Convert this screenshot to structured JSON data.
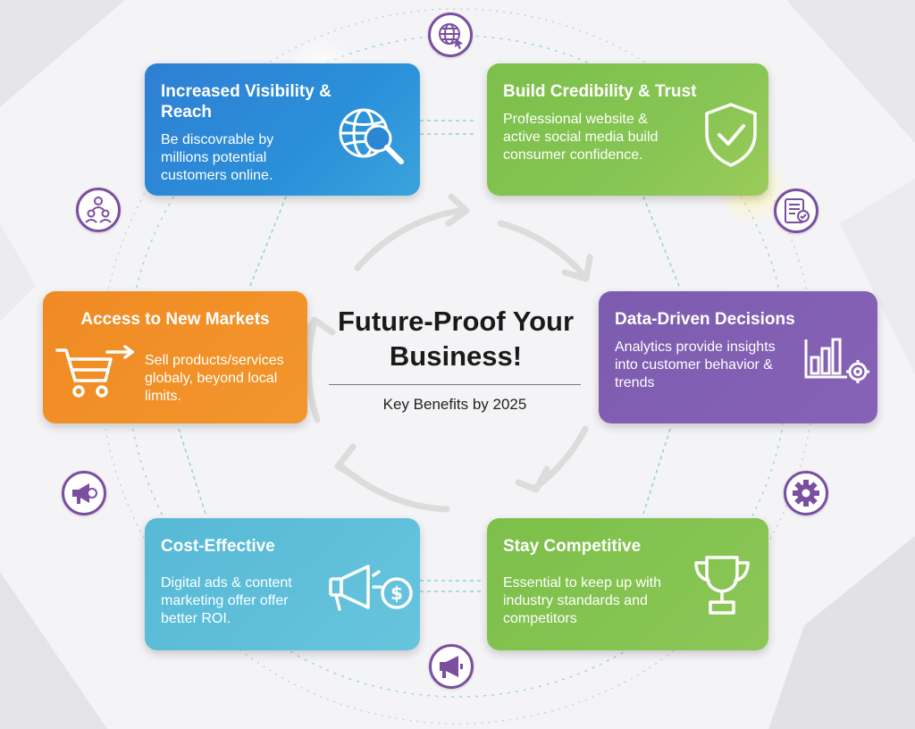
{
  "center": {
    "title": "Future-Proof Your Business!",
    "subtitle": "Key Benefits by 2025"
  },
  "cards": {
    "visibility": {
      "title": "Increased Visibility & Reach",
      "body": "Be discovrable by millions potential customers online.",
      "icon": "globe-search-icon",
      "color": "#2f8bd6"
    },
    "credibility": {
      "title": "Build Credibility & Trust",
      "body": "Professional website & active social media build consumer confidence.",
      "icon": "shield-check-icon",
      "color": "#82c24f"
    },
    "markets": {
      "title": "Access to New Markets",
      "body": "Sell products/services globaly, beyond local limits.",
      "icon": "shopping-cart-icon",
      "color": "#f28f28"
    },
    "data": {
      "title": "Data-Driven Decisions",
      "body": "Analytics provide insights into customer behavior & trends",
      "icon": "bar-chart-gear-icon",
      "color": "#8160b3"
    },
    "cost": {
      "title": "Cost-Effective",
      "body": "Digital ads & content marketing offer offer better ROI.",
      "icon": "megaphone-dollar-icon",
      "color": "#5dbdd9"
    },
    "competitive": {
      "title": "Stay Competitive",
      "body": "Essential to keep up with industry standards and competitors",
      "icon": "trophy-icon",
      "color": "#84c452"
    }
  },
  "badges": [
    {
      "icon": "globe-cursor-icon"
    },
    {
      "icon": "people-network-icon"
    },
    {
      "icon": "tablet-report-icon"
    },
    {
      "icon": "megaphone-icon"
    },
    {
      "icon": "gear-icon"
    },
    {
      "icon": "loudspeaker-icon"
    }
  ],
  "colors": {
    "badge_border": "#7a4fa0",
    "cycle_arrow": "#dcdcdc"
  }
}
